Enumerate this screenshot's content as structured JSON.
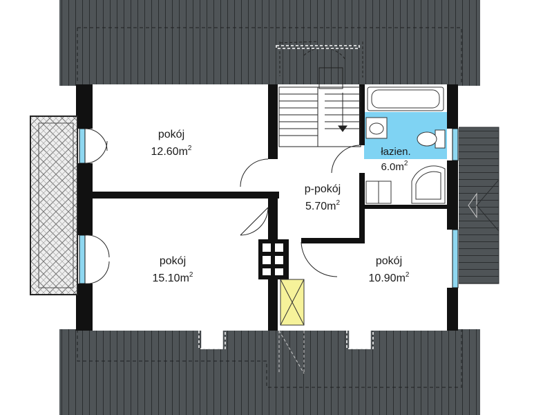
{
  "colors": {
    "roof": "#4f5457",
    "roof_line": "#2b2e30",
    "wall": "#111111",
    "window": "#8fd7f0",
    "bathroom": "#7fd3f3",
    "stair_hatch": "#f6f29a",
    "paper": "#ffffff"
  },
  "rooms": [
    {
      "id": "pokoj-nw",
      "name": "pokój",
      "area": "12.60m",
      "unit_exp": "2"
    },
    {
      "id": "pokoj-sw",
      "name": "pokój",
      "area": "15.10m",
      "unit_exp": "2"
    },
    {
      "id": "p-pokoj",
      "name": "p-pokój",
      "area": "5.70m",
      "unit_exp": "2"
    },
    {
      "id": "lazienka",
      "name": "łazien.",
      "area": "6.0m",
      "unit_exp": "2"
    },
    {
      "id": "pokoj-se",
      "name": "pokój",
      "area": "10.90m",
      "unit_exp": "2"
    }
  ],
  "icons": [
    "bathtub-icon",
    "toilet-icon",
    "washbasin-icon",
    "shower-icon",
    "staircase-icon",
    "chimney-icon",
    "balcony-icon",
    "skylight-icon"
  ]
}
